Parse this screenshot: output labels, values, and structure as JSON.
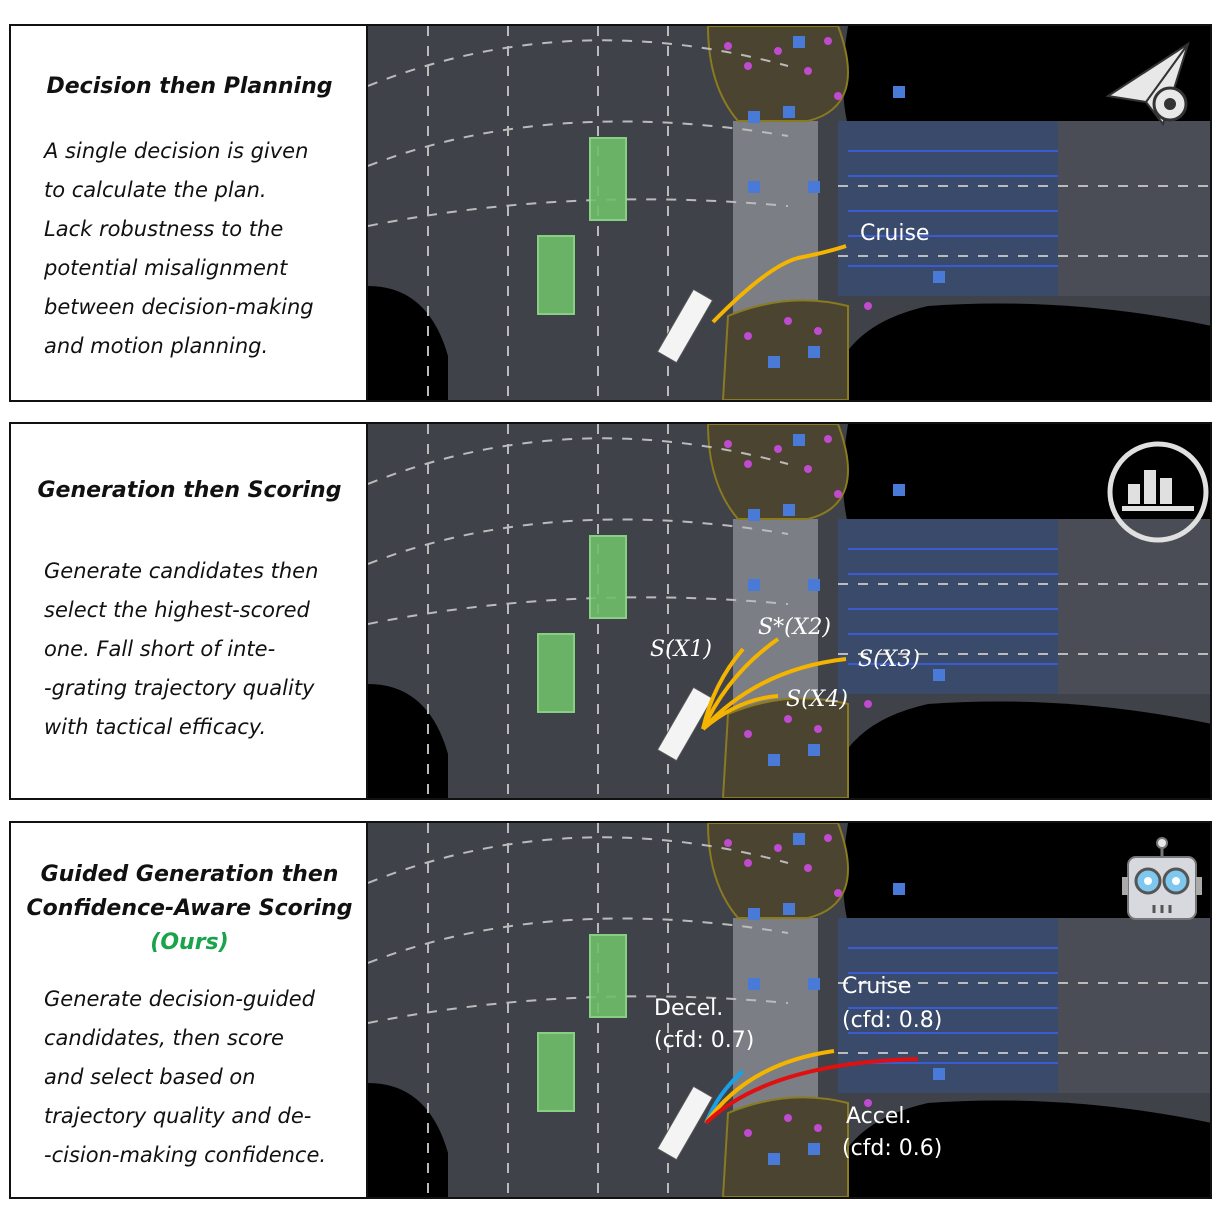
{
  "panels": [
    {
      "title_lines": [
        "Decision then Planning"
      ],
      "body_lines": [
        "A single decision is given",
        "to calculate the plan.",
        "Lack robustness to the",
        "potential misalignment",
        "between decision-making",
        "and motion planning."
      ],
      "trajectory_labels": [
        "Cruise"
      ],
      "icon": "paper-plane-gear-icon"
    },
    {
      "title_lines": [
        "Generation then Scoring"
      ],
      "body_lines": [
        "Generate candidates then",
        "select the highest-scored",
        "one. Fall short of inte-",
        "-grating trajectory quality",
        "with tactical efficacy."
      ],
      "score_labels": [
        "S(X1)",
        "S*(X2)",
        "S(X3)",
        "S(X4)"
      ],
      "icon": "bar-chart-circle-icon"
    },
    {
      "title_lines": [
        "Guided Generation then",
        "Confidence-Aware Scoring"
      ],
      "ours_label": "(Ours)",
      "body_lines": [
        "Generate decision-guided",
        "candidates, then score",
        "and select based on",
        "trajectory quality and de-",
        "-cision-making confidence."
      ],
      "trajectory_labels": {
        "decel": [
          "Decel.",
          "(cfd: 0.7)"
        ],
        "cruise": [
          "Cruise",
          "(cfd: 0.8)"
        ],
        "accel": [
          "Accel.",
          "(cfd: 0.6)"
        ]
      },
      "icon": "robot-icon"
    }
  ],
  "colors": {
    "road": "#3f4249",
    "background_dark": "#000000",
    "sidewalk": "#4a4430",
    "crosswalk": "#7b7e84",
    "lane_blue": "#3a4a6a",
    "vehicle_green": "#6fbf6a",
    "ego": "#f4f4f4",
    "cruise_traj": "#f5b400",
    "accel_traj": "#e01010",
    "decel_traj": "#1aa0e8",
    "ours_text": "#1aa34a"
  }
}
